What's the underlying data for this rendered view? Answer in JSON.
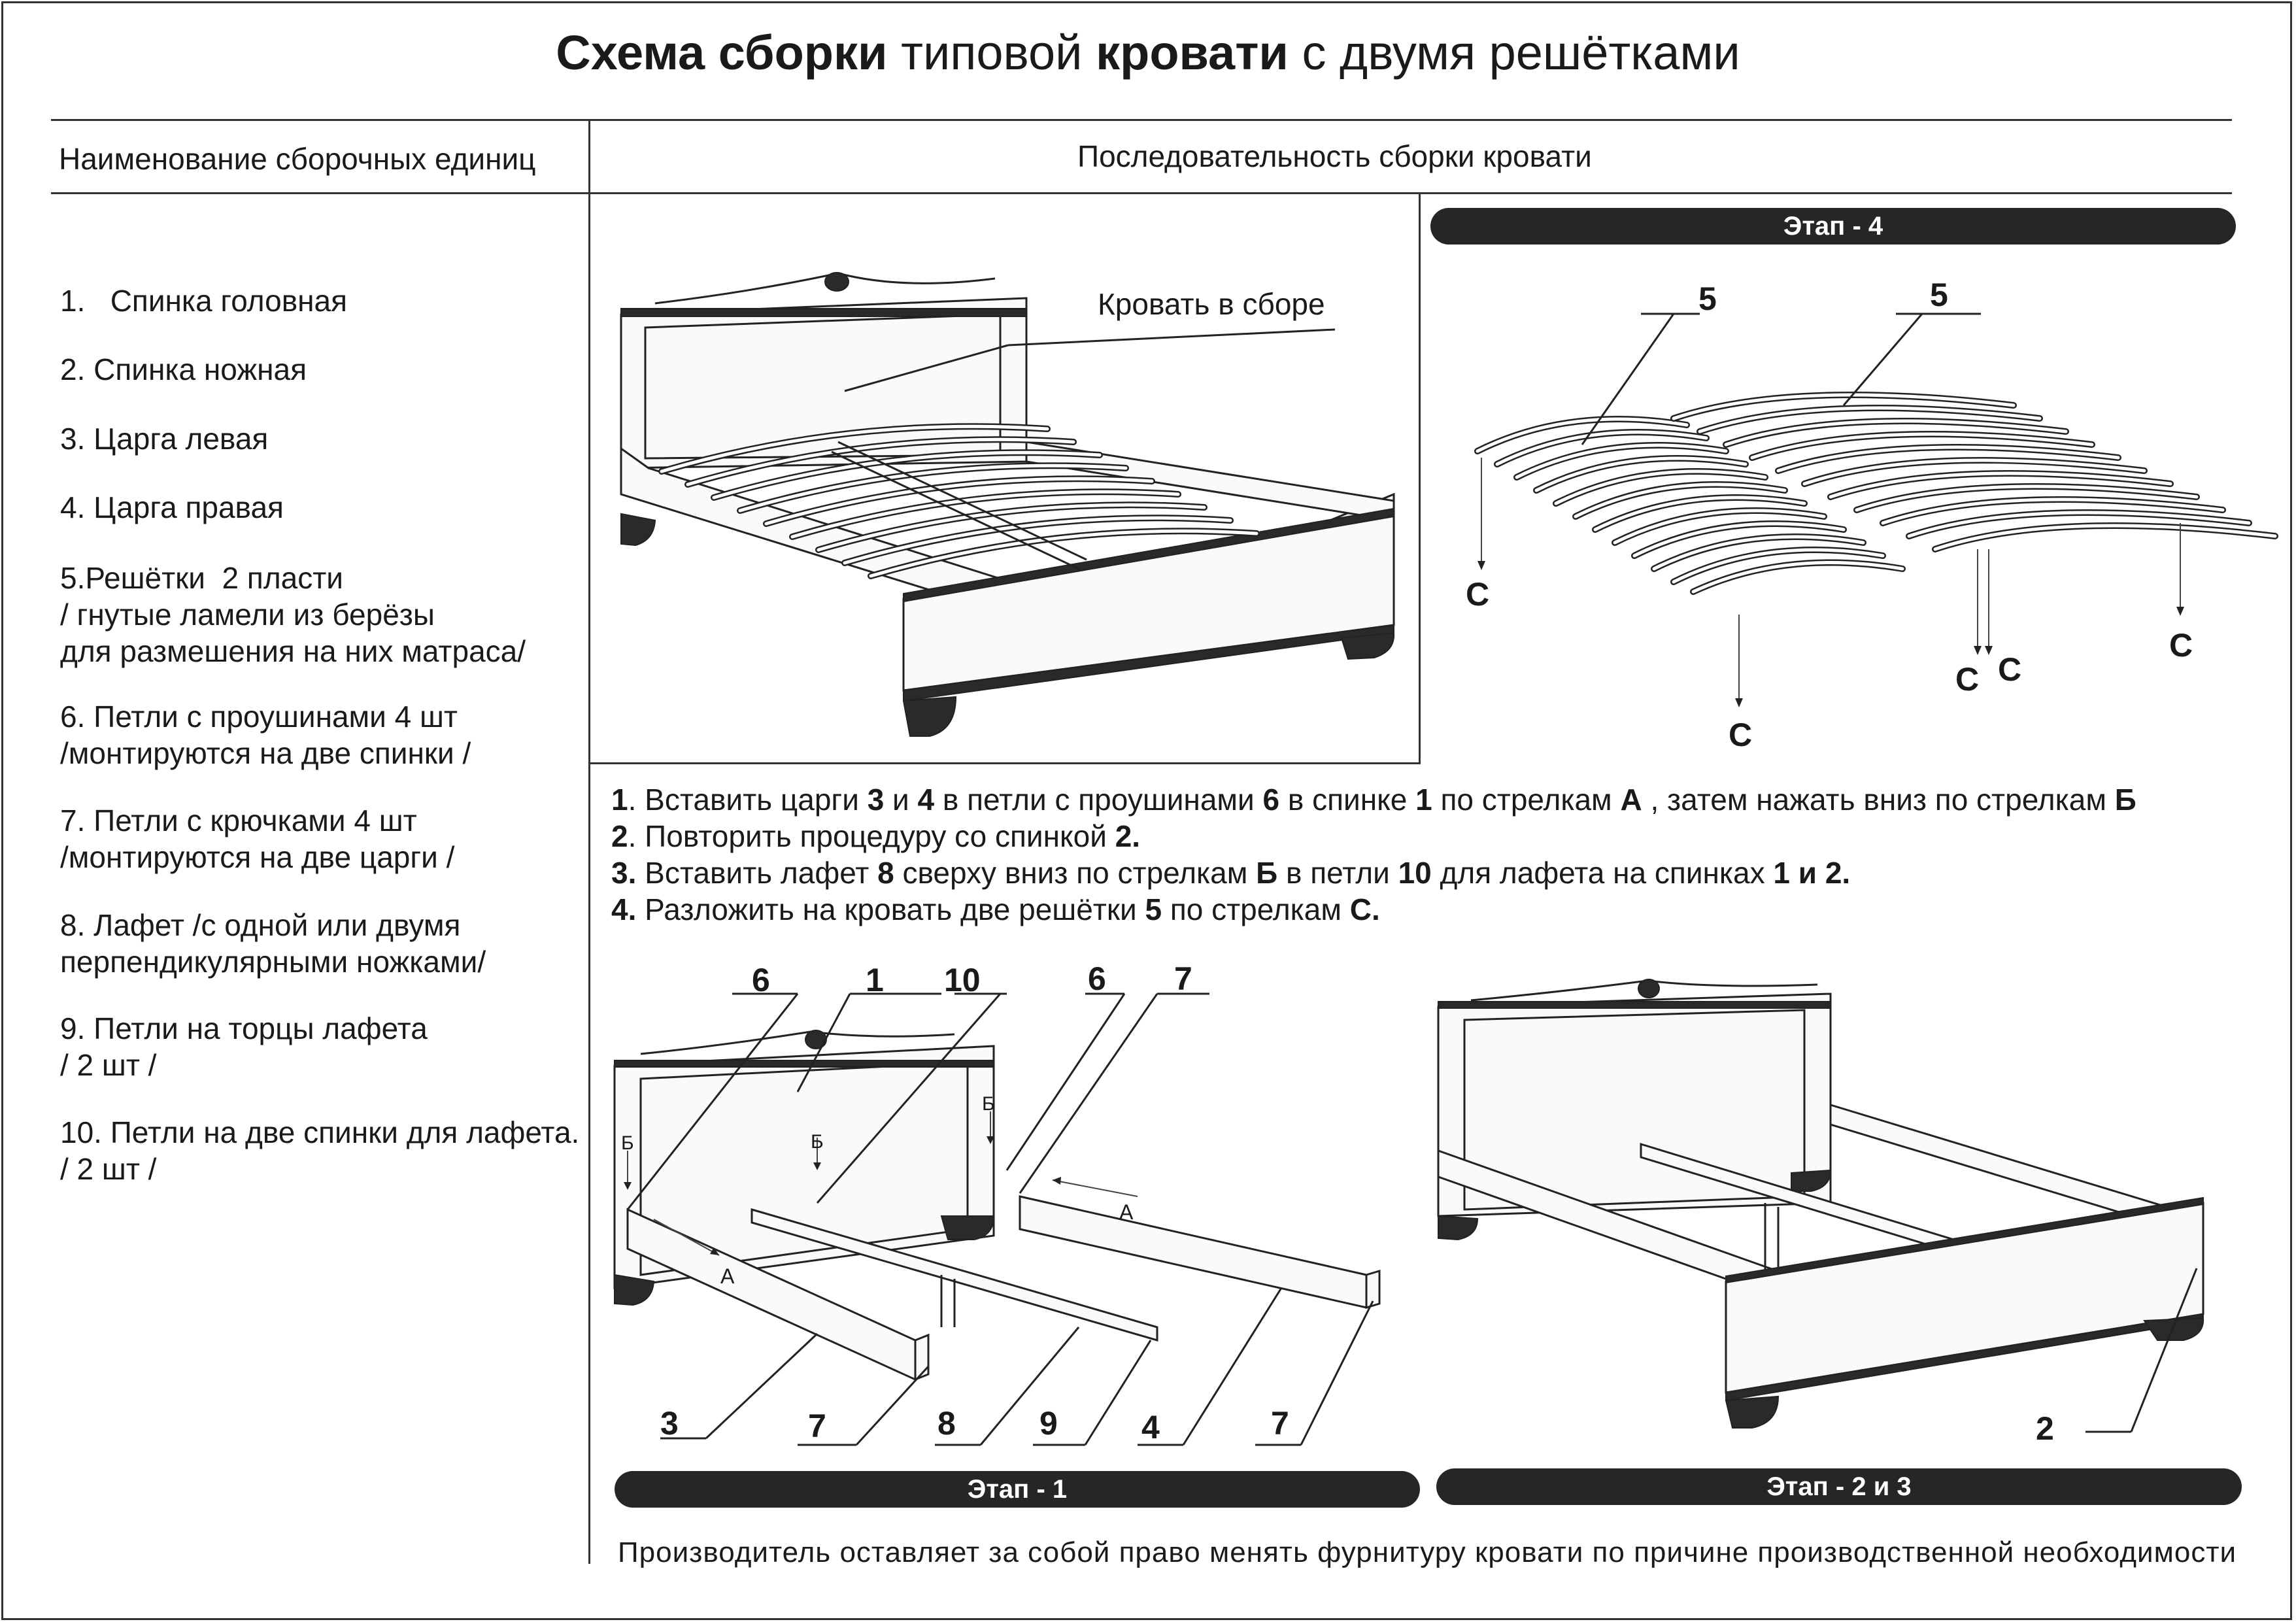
{
  "title": {
    "bold1": "Схема сборки",
    "normal1": " типовой ",
    "bold2": "кровати",
    "normal2": " с двумя решётками"
  },
  "columns": {
    "left": "Наименование  сборочных единиц",
    "right": "Последовательность сборки кровати"
  },
  "parts": [
    "1.   Спинка головная",
    "2. Спинка ножная",
    "3. Царга левая",
    "4. Царга правая",
    "5.Решётки  2 пласти\n/ гнутые ламели из берёзы\nдля размешения на них матраса/",
    "6. Петли с проушинами 4 шт\n/монтируются на две спинки /",
    "7. Петли с крючками 4 шт\n/монтируются на две царги /",
    "8. Лафет /с одной или двумя\nперпендикулярными ножками/",
    "9. Петли на торцы лафета\n/ 2 шт /",
    "10. Петли на две спинки для лафета.\n/ 2 шт /"
  ],
  "assembled_label": "Кровать в сборе",
  "stages": {
    "s4": "Этап -  4",
    "s1": "Этап -  1",
    "s23": "Этап -  2 и 3"
  },
  "stage4_labels": {
    "five_a": "5",
    "five_b": "5",
    "c": "С"
  },
  "instructions": [
    {
      "n": "1",
      "t1": ". Вставить царги ",
      "b1": "3",
      "t2": " и ",
      "b2": "4",
      "t3": " в петли с проушинами ",
      "b3": "6",
      "t4": " в спинке ",
      "b4": "1",
      "t5": " по стрелкам ",
      "b5": "А",
      "t6": " , затем нажать вниз по стрелкам ",
      "b6": "Б"
    },
    {
      "n": "2",
      "t1": ". Повторить процедуру со спинкой ",
      "b1": "2."
    },
    {
      "n": "3.",
      "t1": " Вставить лафет ",
      "b1": "8",
      "t2": " сверху вниз по стрелкам ",
      "b2": "Б",
      "t3": " в петли ",
      "b3": "10",
      "t4": " для лафета на спинках ",
      "b4": "1 и 2."
    },
    {
      "n": "4.",
      "t1": " Разложить на кровать две решётки ",
      "b1": "5",
      "t2": "  по стрелкам ",
      "b2": "С."
    }
  ],
  "stage1_labels": {
    "top": [
      "6",
      "1",
      "10",
      "6",
      "7"
    ],
    "bottom": [
      "3",
      "7",
      "8",
      "9",
      "4",
      "7"
    ],
    "arrow_a": "А",
    "arrow_b": "Б"
  },
  "stage23_label": "2",
  "footer": "Производитель  оставляет  за  собой  право  менять  фурнитуру  кровати  по  причине производственной необходимости"
}
